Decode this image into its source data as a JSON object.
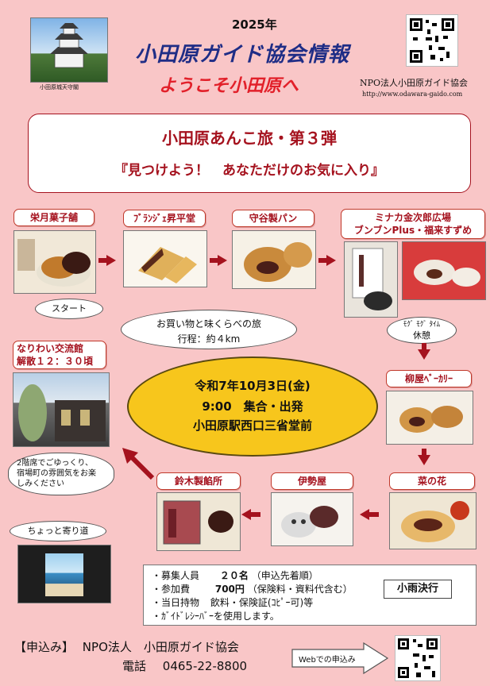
{
  "header": {
    "year": "2025年",
    "title": "小田原ガイド協会情報",
    "welcome": "ようこそ小田原へ",
    "castle_caption": "小田原城天守閣",
    "org": "NPO法人小田原ガイド協会",
    "url": "http://www.odawara-gaido.com"
  },
  "banner": {
    "title": "小田原あんこ旅・第３弾",
    "subtitle": "『見つけよう！　あなただけのお気に入り』"
  },
  "stops": {
    "eigetsu": "栄月菓子舗",
    "shoheido": "ﾌﾞﾗﾝｼﾞｪ昇平堂",
    "moriya": "守谷製パン",
    "minaka_1": "ミナカ金次郎広場",
    "minaka_2": "ブンブンPlus・福来すずめ",
    "yanagiya": "柳屋ﾍﾞｰｶﾘｰ",
    "nanohana": "菜の花",
    "iseya": "伊勢屋",
    "suzuki": "鈴木製餡所",
    "nariwai_1": "なりわい交流館",
    "nariwai_2": "解散１２：３０頃"
  },
  "clouds": {
    "start": "スタート",
    "theme_1": "お買い物と味くらべの旅",
    "theme_2": "行程：約４km",
    "mogu_1": "ﾓｸﾞ ﾓｸﾞ ﾀｲﾑ",
    "mogu_2": "休憩",
    "relax_1": "2階席でごゆっくり、",
    "relax_2": "宿場町の雰囲気をお楽",
    "relax_3": "しみください",
    "yorimichi": "ちょっと寄り道"
  },
  "event": {
    "date_prefix": "令和7年10月3日",
    "weekday": "(金)",
    "time": "9:00　集合・出発",
    "place": "小田原駅西口三省堂前"
  },
  "info": {
    "capacity_label": "・募集人員",
    "capacity_value": "２０名",
    "capacity_note": "（申込先着順）",
    "fee_label": "・参加費",
    "fee_value": "700円",
    "fee_note": "（保険料・資料代含む）",
    "bring_label": "・当日持物",
    "bring_value": "飲料・保険証(ｺﾋﾟｰ可)等",
    "receiver": "・ｶﾞｲﾄﾞﾚｼｰﾊﾞｰを使用します。",
    "rain": "小雨決行"
  },
  "footer": {
    "apply_label": "【申込み】",
    "apply_org": "NPO法人　小田原ガイド協会",
    "phone_label": "電話",
    "phone": "0465-22-8800",
    "web_apply": "Webでの申込み"
  },
  "colors": {
    "background": "#f9c6c7",
    "accent": "#a5121e",
    "title_blue": "#1f2d86",
    "welcome_red": "#e2202a",
    "event_yellow": "#f7c61c"
  }
}
